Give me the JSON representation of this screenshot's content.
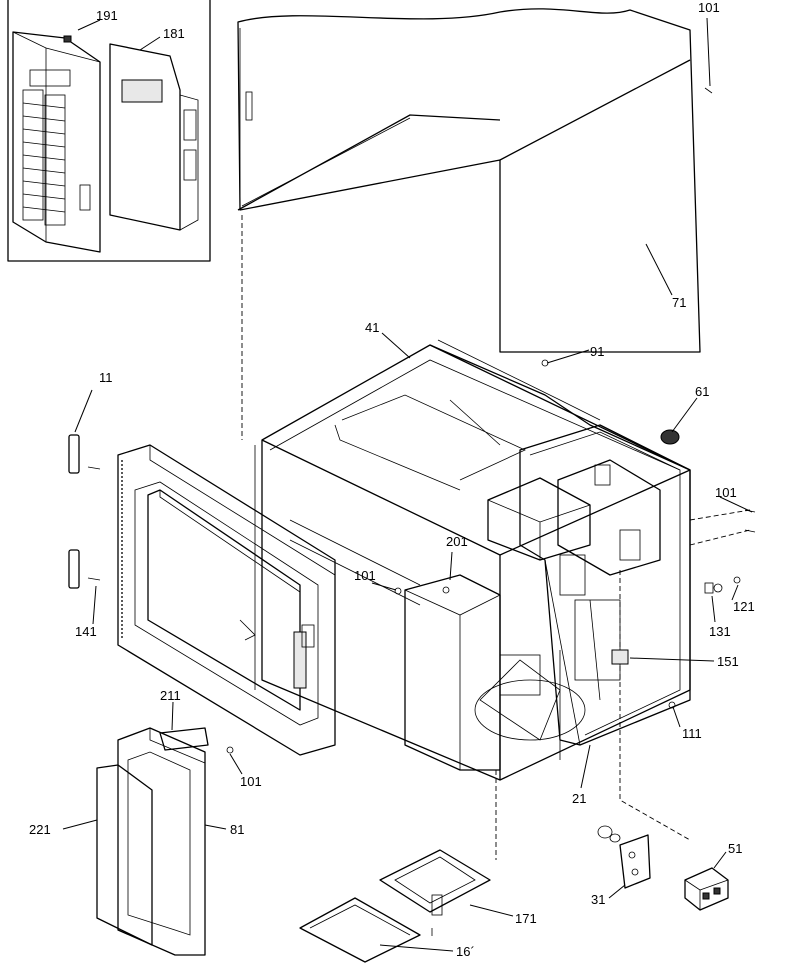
{
  "callouts": [
    {
      "id": "c191",
      "text": "191"
    },
    {
      "id": "c181",
      "text": "181"
    },
    {
      "id": "c101a",
      "text": "101"
    },
    {
      "id": "c71",
      "text": "71"
    },
    {
      "id": "c41",
      "text": "41"
    },
    {
      "id": "c91",
      "text": "91"
    },
    {
      "id": "c61",
      "text": "61"
    },
    {
      "id": "c11",
      "text": "11"
    },
    {
      "id": "c101b",
      "text": "101"
    },
    {
      "id": "c201",
      "text": "201"
    },
    {
      "id": "c101c",
      "text": "101"
    },
    {
      "id": "c121",
      "text": "121"
    },
    {
      "id": "c131",
      "text": "131"
    },
    {
      "id": "c141",
      "text": "141"
    },
    {
      "id": "c151",
      "text": "151"
    },
    {
      "id": "c211",
      "text": "211"
    },
    {
      "id": "c111",
      "text": "111"
    },
    {
      "id": "c101d",
      "text": "101"
    },
    {
      "id": "c21",
      "text": "21"
    },
    {
      "id": "c221",
      "text": "221"
    },
    {
      "id": "c81",
      "text": "81"
    },
    {
      "id": "c51",
      "text": "51"
    },
    {
      "id": "c31",
      "text": "31"
    },
    {
      "id": "c171",
      "text": "171"
    },
    {
      "id": "c161",
      "text": "16´"
    }
  ]
}
